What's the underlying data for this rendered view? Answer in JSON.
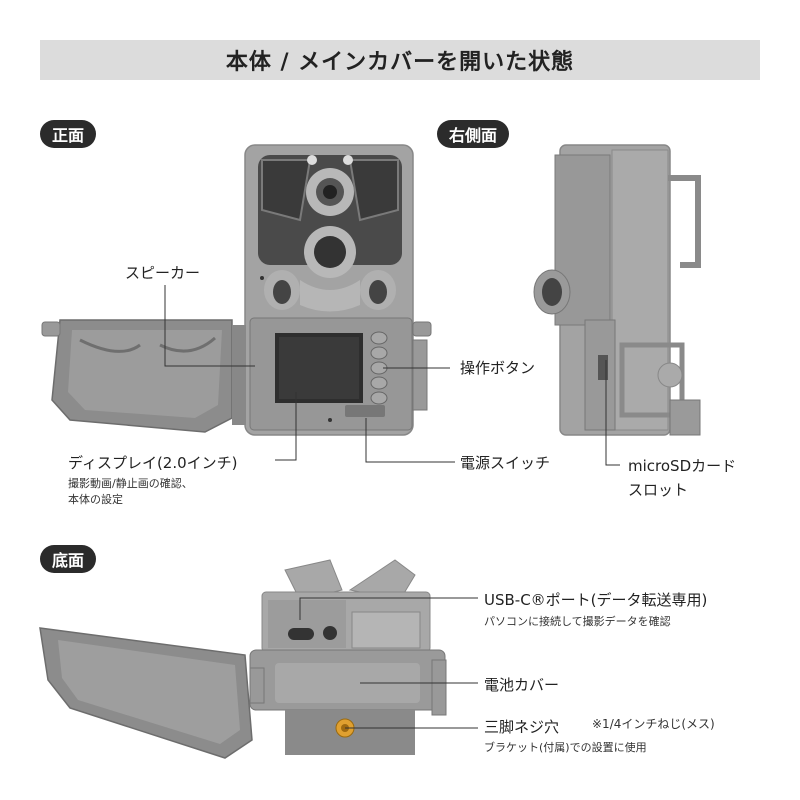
{
  "title": "本体 / メインカバーを開いた状態",
  "sections": {
    "front": "正面",
    "right_side": "右側面",
    "bottom": "底面"
  },
  "callouts": {
    "speaker": "スピーカー",
    "buttons": "操作ボタン",
    "display": "ディスプレイ(2.0インチ)",
    "display_desc_1": "撮影動画/静止画の確認、",
    "display_desc_2": "本体の設定",
    "power_switch": "電源スイッチ",
    "sd_slot_1": "microSDカード",
    "sd_slot_2": "スロット",
    "usb_port": "USB-C®ポート(データ転送専用)",
    "usb_desc": "パソコンに接続して撮影データを確認",
    "battery_cover": "電池カバー",
    "tripod": "三脚ネジ穴",
    "tripod_note": "※1/4インチねじ(メス)",
    "tripod_desc": "ブラケット(付属)での設置に使用"
  },
  "colors": {
    "body": "#9b9b9b",
    "body_light": "#b4b4b4",
    "dark_panel": "#4a4a4a",
    "screen": "#2e2e2e",
    "leader": "#333333",
    "accent_screw": "#e0a030"
  }
}
